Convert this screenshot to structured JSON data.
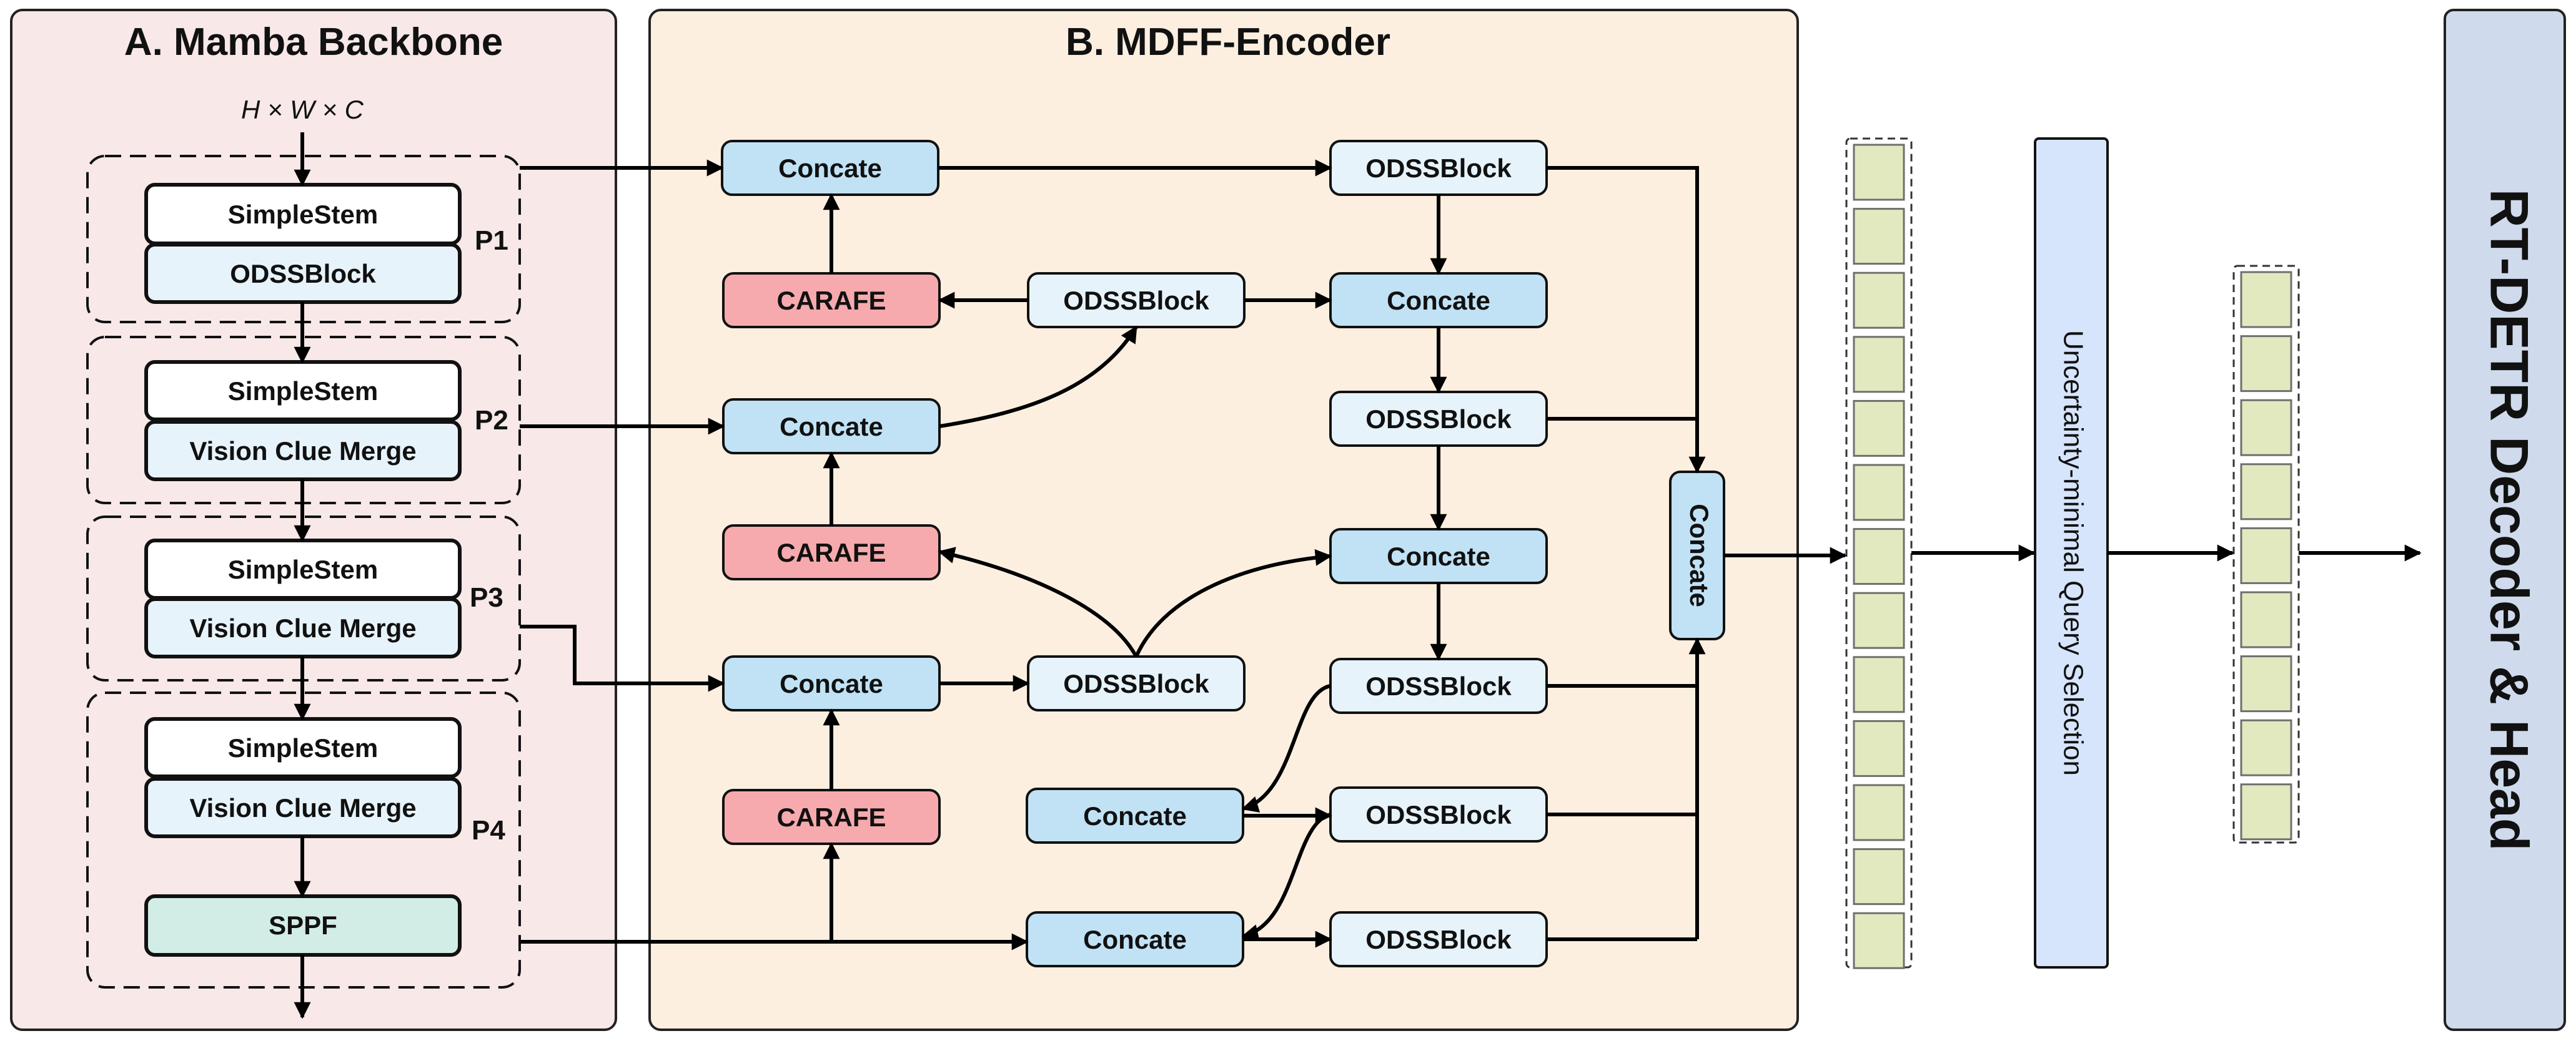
{
  "colors": {
    "backbone_panel": "#f8e8e8",
    "encoder_panel": "#fdefe0",
    "block_white": "#ffffff",
    "block_lightblue": "#e7f3fb",
    "concate": "#c1e2f5",
    "carafe": "#f6aaad",
    "sppf": "#d2ede6",
    "token": "#e3e9bf",
    "query_bar": "#d6e5fb",
    "decoder_bar": "#cfdbec"
  },
  "backbone": {
    "title": "A. Mamba Backbone",
    "input_label": "H × W × C",
    "stages": [
      {
        "label": "P1",
        "blocks": [
          "SimpleStem",
          "ODSSBlock"
        ]
      },
      {
        "label": "P2",
        "blocks": [
          "SimpleStem",
          "Vision Clue Merge"
        ]
      },
      {
        "label": "P3",
        "blocks": [
          "SimpleStem",
          "Vision Clue Merge"
        ]
      },
      {
        "label": "P4",
        "blocks": [
          "SimpleStem",
          "Vision Clue Merge",
          "SPPF"
        ]
      }
    ]
  },
  "encoder": {
    "title": "B. MDFF-Encoder",
    "concate_label": "Concate",
    "carafe_label": "CARAFE",
    "odss_label": "ODSSBlock"
  },
  "query_selection": {
    "label": "Uncertainty-minimal Query Selection"
  },
  "decoder": {
    "label": "RT-DETR Decoder & Head"
  }
}
